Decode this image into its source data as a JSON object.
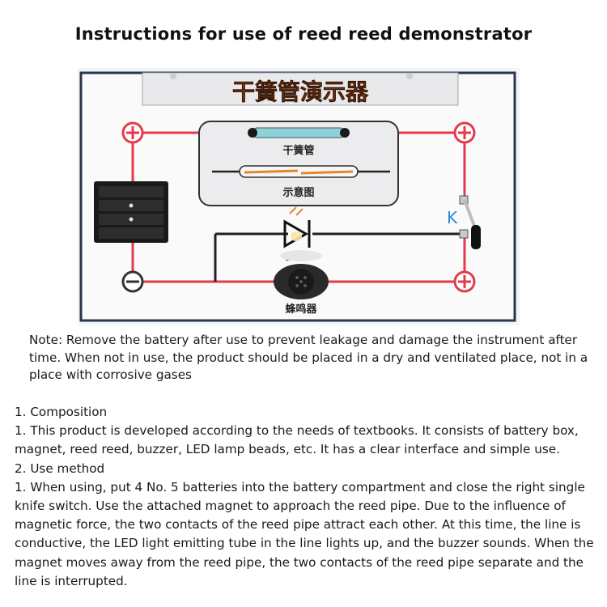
{
  "title": "Instructions for use of reed reed demonstrator",
  "board": {
    "header_label": "干簧管演示器",
    "reed_label": "干簧管",
    "diagram_label": "示意图",
    "switch_label": "K",
    "led_label": "LED",
    "buzzer_label": "蜂鸣器",
    "colors": {
      "wire": "#e23b4a",
      "panel_border": "#2a3550",
      "reed_glass": "#8fd1d8",
      "contact": "#e08a2a"
    }
  },
  "note": "Note: Remove the battery after use to prevent leakage and damage the instrument after time. When not in use, the product should be placed in a dry and ventilated place, not in a place with corrosive gases",
  "sections": [
    "1. Composition",
    "1. This product is developed according to the needs of textbooks. It consists of battery box, magnet, reed reed, buzzer, LED lamp beads, etc. It has a clear interface and simple use.",
    "2. Use method",
    "1. When using, put 4 No. 5 batteries into the battery compartment and close the right single knife switch. Use the attached magnet to approach the reed pipe. Due to the influence of magnetic force, the two contacts of the reed pipe attract each other. At this time, the line is conductive, the LED light emitting tube in the line lights up, and the buzzer sounds. When the magnet moves away from the reed pipe, the two contacts of the reed pipe separate and the line is interrupted."
  ]
}
